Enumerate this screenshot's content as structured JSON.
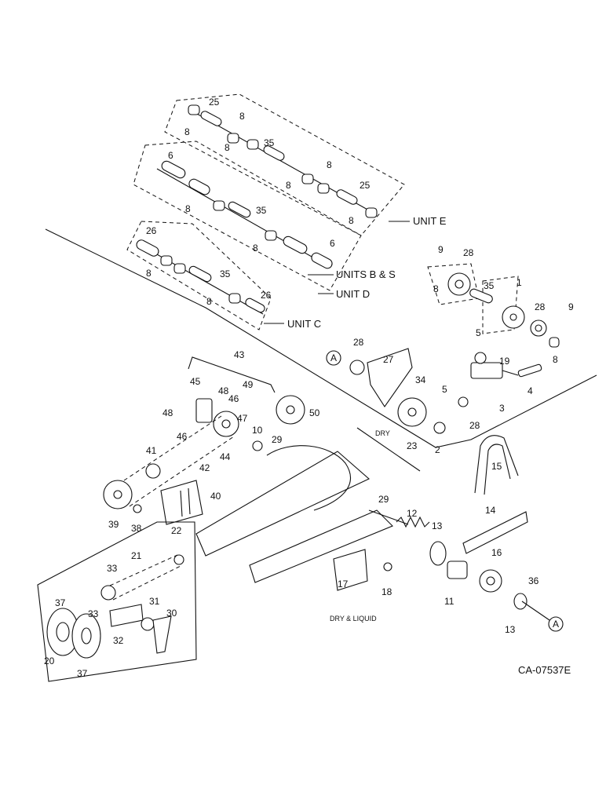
{
  "callouts": {
    "n25a": "25",
    "n8a": "8",
    "n8b": "8",
    "n8c": "8",
    "n35a": "35",
    "n6a": "6",
    "n8d": "8",
    "n8e": "8",
    "n25b": "25",
    "n8f": "8",
    "n35b": "35",
    "n8g": "8",
    "n6b": "6",
    "n26a": "26",
    "n8h": "8",
    "n35c": "35",
    "n8i": "8",
    "n26b": "26",
    "n9a": "9",
    "n28a": "28",
    "n8j": "8",
    "n35d": "35",
    "n1": "1",
    "n28b": "28",
    "n9b": "9",
    "n8k": "8",
    "n28c": "28",
    "n27": "27",
    "n5a": "5",
    "n19": "19",
    "n34": "34",
    "n5b": "5",
    "n4": "4",
    "n3": "3",
    "n28d": "28",
    "n2": "2",
    "n23": "23",
    "n43": "43",
    "n45": "45",
    "n48a": "48",
    "n49": "49",
    "n46a": "46",
    "n48b": "48",
    "n47": "47",
    "n46b": "46",
    "n44": "44",
    "n10": "10",
    "n50": "50",
    "n29a": "29",
    "n41": "41",
    "n42": "42",
    "n40": "40",
    "n39": "39",
    "n38": "38",
    "n15": "15",
    "n29b": "29",
    "n12": "12",
    "n13a": "13",
    "n14": "14",
    "n16": "16",
    "n36": "36",
    "n13b": "13",
    "n11": "11",
    "n17": "17",
    "n18": "18",
    "n22": "22",
    "n21": "21",
    "n33a": "33",
    "n37a": "37",
    "n33b": "33",
    "n31": "31",
    "n30": "30",
    "n32": "32",
    "n20": "20",
    "n37b": "37",
    "refA1": "A",
    "refA2": "A"
  },
  "labels": {
    "unit_e": "UNIT E",
    "units_b_s": "UNITS B & S",
    "unit_d": "UNIT D",
    "unit_c": "UNIT C",
    "dry": "DRY",
    "dry_liquid": "DRY & LIQUID",
    "figure_code": "CA-07537E"
  }
}
